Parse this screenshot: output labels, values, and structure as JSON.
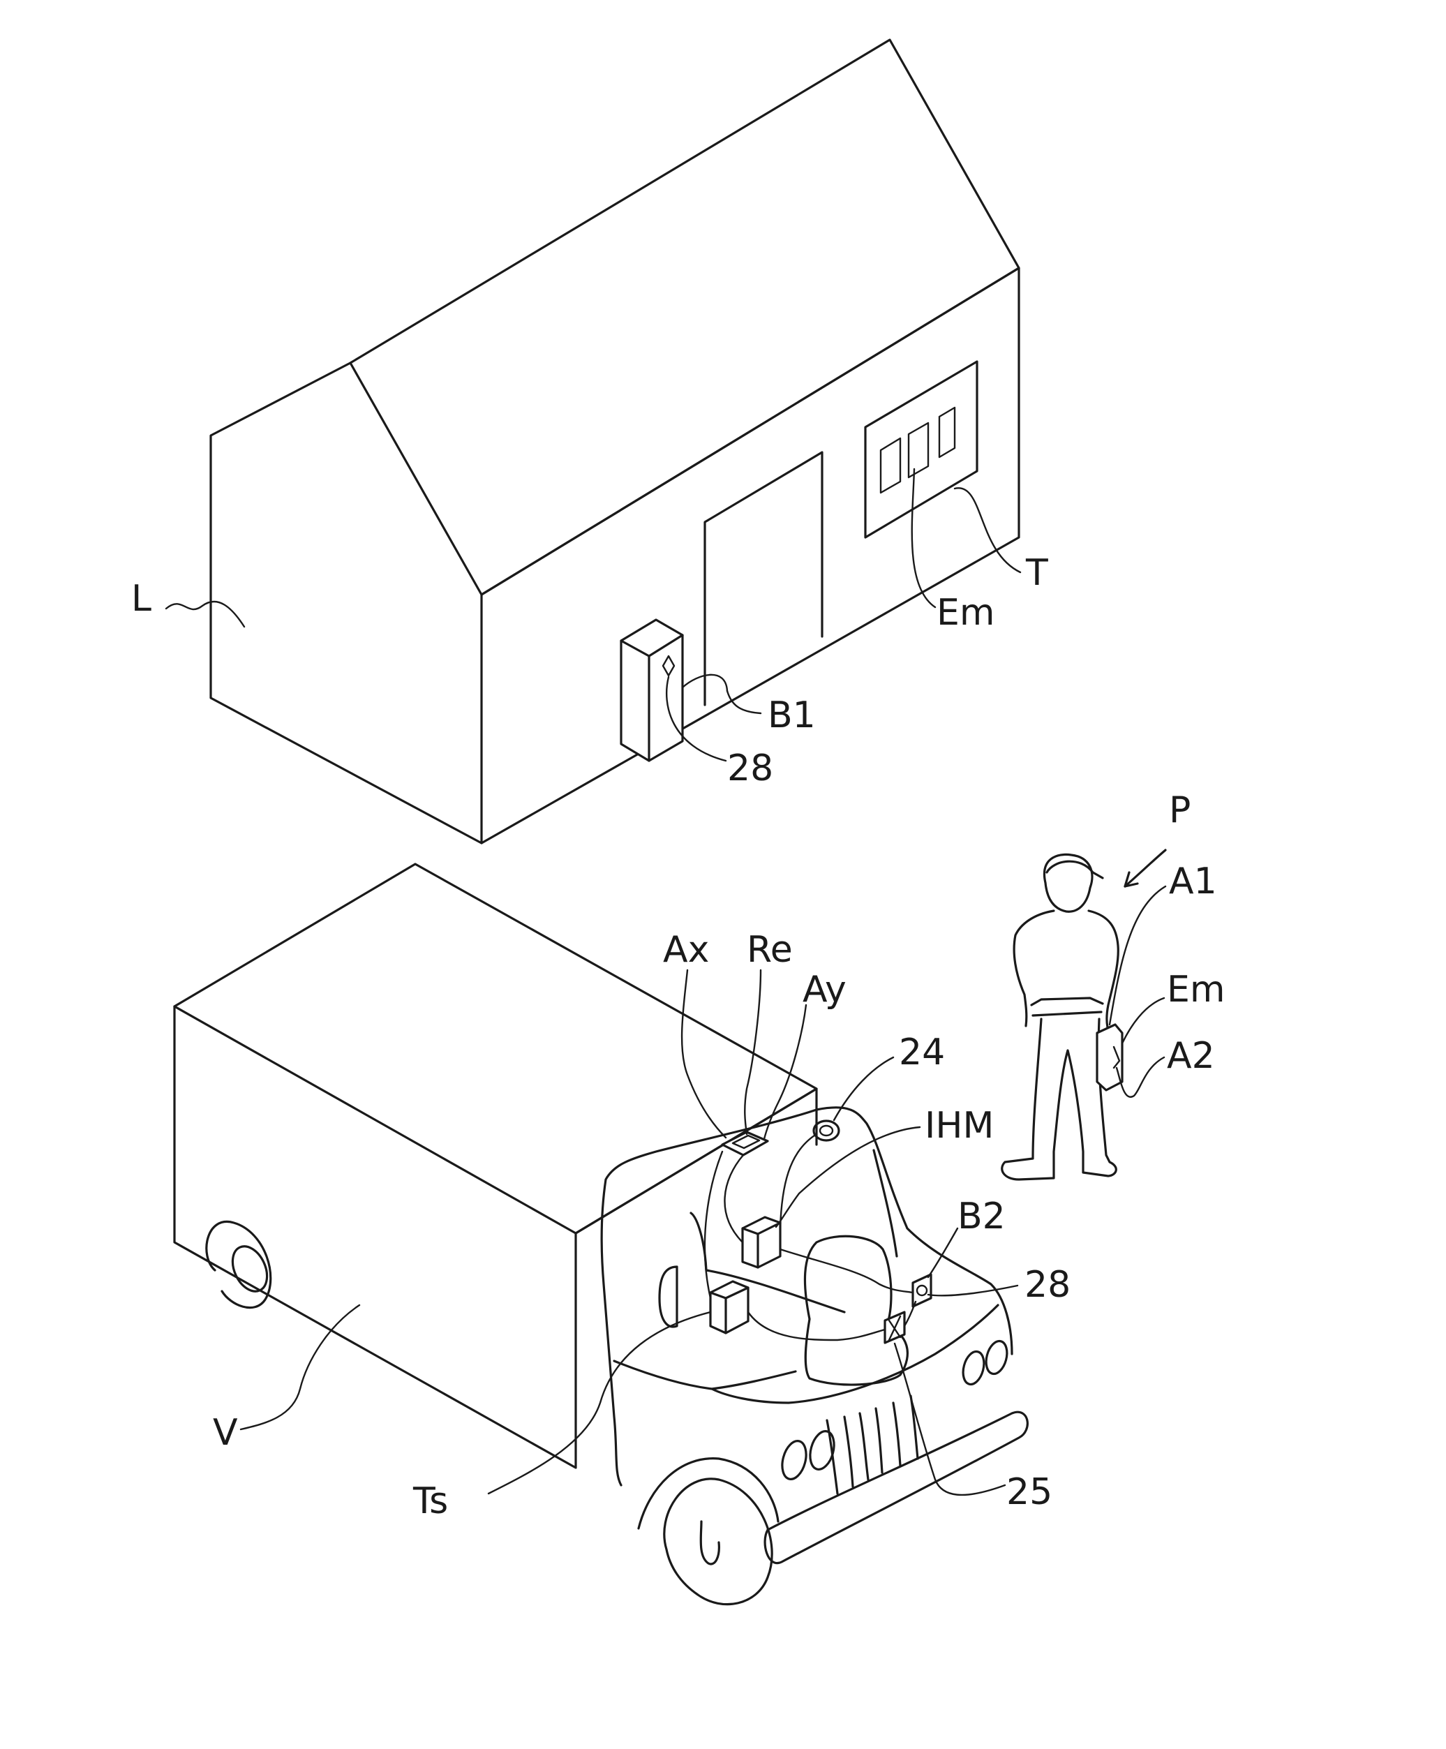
{
  "figure": {
    "labels": {
      "L": "L",
      "T": "T",
      "Em_building": "Em",
      "B1": "B1",
      "ref_28_building": "28",
      "P": "P",
      "A1": "A1",
      "Em_person": "Em",
      "A2": "A2",
      "Ax": "Ax",
      "Re": "Re",
      "Ay": "Ay",
      "ref_24": "24",
      "IHM": "IHM",
      "B2": "B2",
      "ref_28_vehicle": "28",
      "V": "V",
      "Ts": "Ts",
      "ref_25": "25"
    }
  }
}
